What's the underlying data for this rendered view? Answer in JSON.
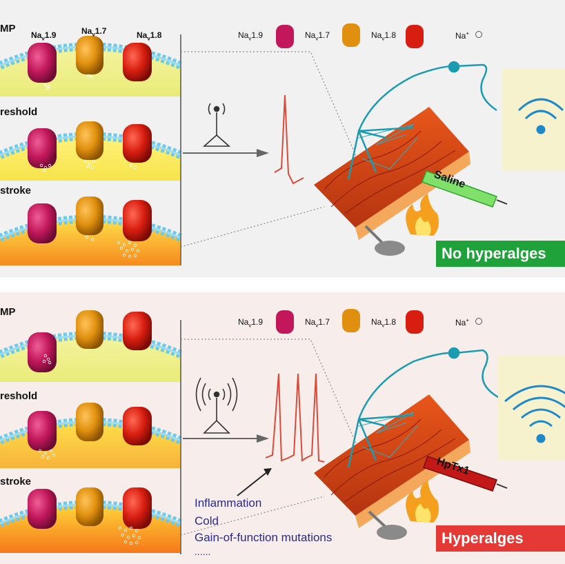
{
  "states": {
    "rmp_label": "MP",
    "threshold_label": "reshold",
    "upstroke_label": "stroke"
  },
  "channels": {
    "nav19": "Na",
    "nav19_sub": "v",
    "nav19_num": "1.9",
    "nav17": "Na",
    "nav17_sub": "v",
    "nav17_num": "1.7",
    "nav18": "Na",
    "nav18_sub": "v",
    "nav18_num": "1.8"
  },
  "legend": {
    "na_ion": "Na",
    "na_ion_sup": "+"
  },
  "top_panel": {
    "syringe_label": "Saline",
    "outcome": "No hyperalges"
  },
  "bottom_panel": {
    "syringe_label": "HpTx1",
    "outcome": "Hyperalges",
    "conditions": [
      "Inflammation",
      "Cold",
      "Gain-of-function mutations",
      "......"
    ]
  },
  "colors": {
    "nav19": "#c2185b",
    "nav17": "#e0900e",
    "nav18": "#d81e10",
    "no_hyperalgesia": "#1fa23a",
    "hyperalgesia": "#e53935",
    "neuron": "#1a9bb0",
    "spike": "#d94a3a",
    "condition_text": "#2a2a8a"
  },
  "icons": [
    "antenna-icon",
    "wifi-icon",
    "flame-icon",
    "syringe-icon",
    "neuron-icon",
    "skin-tissue-icon"
  ]
}
